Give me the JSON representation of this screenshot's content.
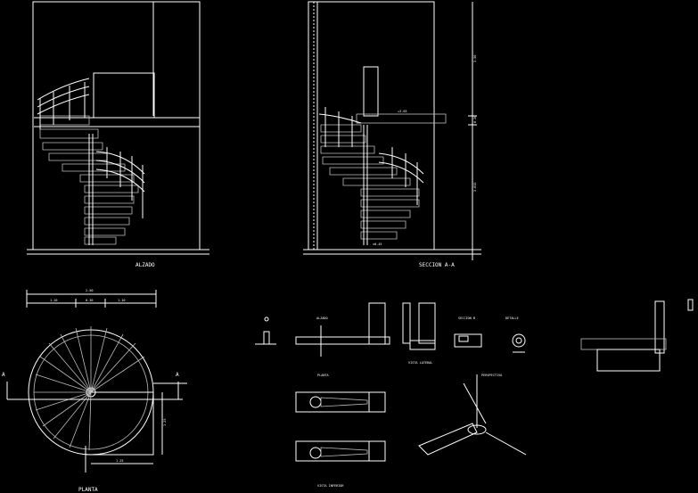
{
  "colors": {
    "background": "#000000",
    "lines": "#ffffff",
    "hatch": "#bdbdbd"
  },
  "labels": {
    "alzado": "ALZADO",
    "seccion": "SECCION A-A",
    "planta": "PLANTA",
    "level_top": "+3.63",
    "level_bottom": "±0.45",
    "sect_a_left": "A",
    "sect_a_right": "A"
  },
  "dims": {
    "total_width": "2.50",
    "w1": "1.10",
    "w2": "0.30",
    "w3": "1.10",
    "h_side": "1.25",
    "w_bottom": "1.25",
    "v1": "3.50",
    "v2": "0.30",
    "v3": "3.015"
  },
  "details": {
    "d_top": "ALZADO",
    "d_mid": "VISTA LATERAL",
    "d_sec": "SECCION B",
    "d_det": "DETALLE",
    "d_plan": "PLANTA",
    "d_persp": "PERSPECTIVA",
    "d_bottom": "VISTA INFERIOR"
  }
}
